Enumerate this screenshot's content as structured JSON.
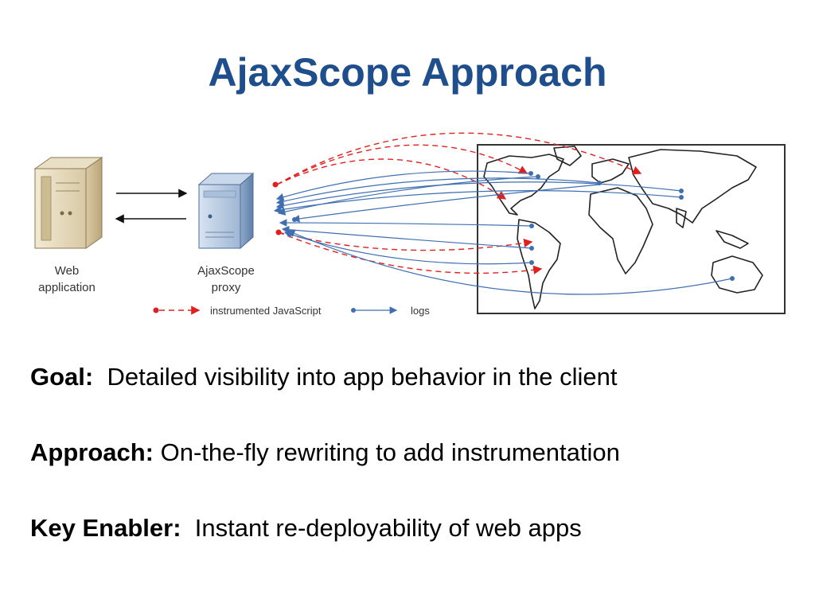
{
  "slide": {
    "title": "AjaxScope Approach"
  },
  "diagram": {
    "web_app_label_line1": "Web",
    "web_app_label_line2": "application",
    "proxy_label_line1": "AjaxScope",
    "proxy_label_line2": "proxy",
    "legend_instrumented": "instrumented JavaScript",
    "legend_logs": "logs",
    "colors": {
      "instrumented": "#e02020",
      "logs": "#3f6fb0"
    }
  },
  "bullets": [
    {
      "term": "Goal:",
      "text": "Detailed visibility into app behavior in the client"
    },
    {
      "term": "Approach:",
      "text": "On-the-fly rewriting to add instrumentation"
    },
    {
      "term": "Key Enabler:",
      "text": "Instant re-deployability of web apps"
    }
  ]
}
